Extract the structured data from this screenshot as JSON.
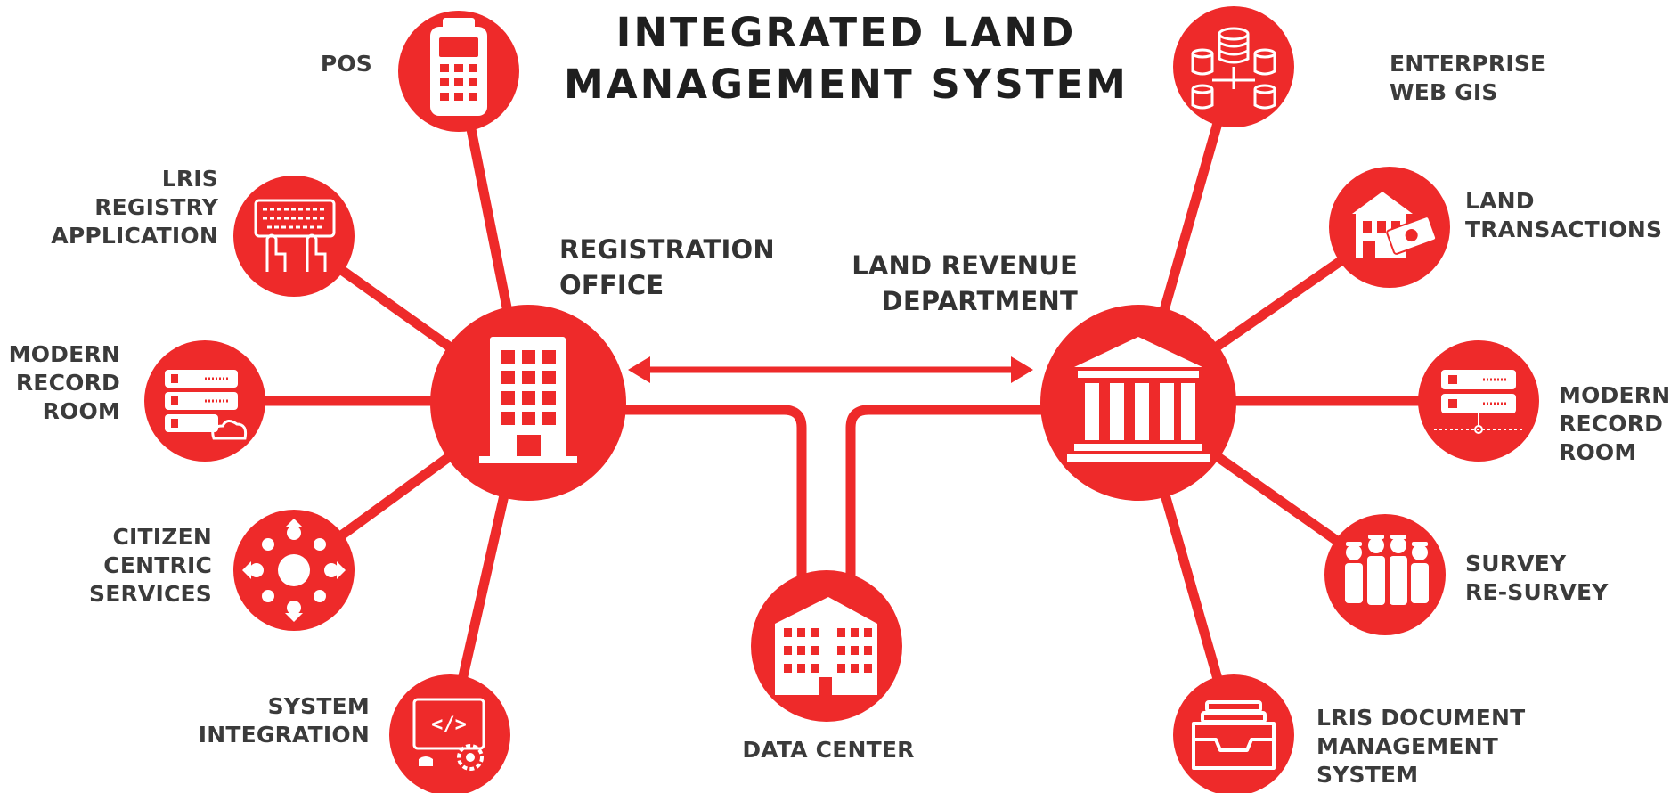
{
  "title": "INTEGRATED LAND\nMANAGEMENT SYSTEM",
  "colors": {
    "accent": "#ee2a2a",
    "text": "#333333",
    "icon": "#ffffff"
  },
  "hubs": {
    "registration_office": {
      "label": "REGISTRATION\nOFFICE",
      "icon": "building-icon"
    },
    "land_revenue_department": {
      "label": "LAND REVENUE\nDEPARTMENT",
      "icon": "government-building-icon"
    },
    "data_center": {
      "label": "DATA CENTER",
      "icon": "office-complex-icon"
    }
  },
  "left_nodes": {
    "pos": {
      "label": "POS",
      "icon": "pos-terminal-icon"
    },
    "lris_registry": {
      "label": "LRIS\nREGISTRY\nAPPLICATION",
      "icon": "keyboard-typing-icon"
    },
    "modern_record_room": {
      "label": "MODERN\nRECORD\nROOM",
      "icon": "server-cloud-icon"
    },
    "citizen_services": {
      "label": "CITIZEN\nCENTRIC\nSERVICES",
      "icon": "people-circle-icon"
    },
    "system_integration": {
      "label": "SYSTEM\nINTEGRATION",
      "icon": "code-monitor-gear-icon"
    }
  },
  "right_nodes": {
    "enterprise_gis": {
      "label": "ENTERPRISE\nWEB GIS",
      "icon": "database-network-icon"
    },
    "land_transactions": {
      "label": "LAND\nTRANSACTIONS",
      "icon": "house-money-icon"
    },
    "modern_record_room": {
      "label": "MODERN\nRECORD\nROOM",
      "icon": "server-network-icon"
    },
    "survey": {
      "label": "SURVEY\nRE-SURVEY",
      "icon": "surveyors-icon"
    },
    "lris_dms": {
      "label": "LRIS DOCUMENT\nMANAGEMENT\nSYSTEM",
      "icon": "file-drawer-icon"
    }
  }
}
